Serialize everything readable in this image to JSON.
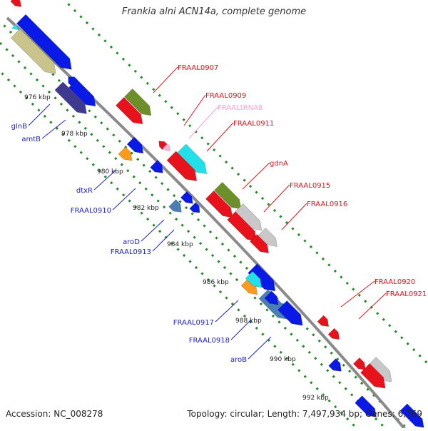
{
  "title": "Frankia alni ACN14a, complete genome",
  "footer": {
    "accession": "Accession: NC_008278",
    "summary": "Topology: circular; Length: 7,497,934 bp; Genes: 6,769"
  },
  "colors": {
    "backbone": "#8a8a8a",
    "dots": "#1f8c1f",
    "red": "#e8121c",
    "blue": "#0a1ae6",
    "olive": "#c9c38c",
    "darkblue": "#3d3a8f",
    "steel": "#4a7fb5",
    "orange": "#ff9a1a",
    "cyan": "#22e0e8",
    "green": "#6d8f2a",
    "gray": "#c8c8c8",
    "pink": "#ffb3d9",
    "red_label": "#e8121c",
    "blue_label": "#1f22c8",
    "pink_label": "#ff9ed4"
  },
  "ticks": [
    "976 kbp",
    "978 kbp",
    "980 kbp",
    "982 kbp",
    "984 kbp",
    "986 kbp",
    "988 kbp",
    "990 kbp",
    "992 kbp"
  ],
  "genes": [
    {
      "name": "FRAAL0907",
      "color": "red_label"
    },
    {
      "name": "FRAAL0909",
      "color": "red_label"
    },
    {
      "name": "FRAALtRNA8",
      "color": "pink_label"
    },
    {
      "name": "FRAAL0911",
      "color": "red_label"
    },
    {
      "name": "gdnA",
      "color": "red_label"
    },
    {
      "name": "FRAAL0915",
      "color": "red_label"
    },
    {
      "name": "FRAAL0916",
      "color": "red_label"
    },
    {
      "name": "FRAAL0920",
      "color": "red_label"
    },
    {
      "name": "FRAAL0921",
      "color": "red_label"
    },
    {
      "name": "glnB",
      "color": "blue_label"
    },
    {
      "name": "amtB",
      "color": "blue_label"
    },
    {
      "name": "dtxR",
      "color": "blue_label"
    },
    {
      "name": "FRAAL0910",
      "color": "blue_label"
    },
    {
      "name": "aroD",
      "color": "blue_label"
    },
    {
      "name": "FRAAL0913",
      "color": "blue_label"
    },
    {
      "name": "FRAAL0917",
      "color": "blue_label"
    },
    {
      "name": "FRAAL0918",
      "color": "blue_label"
    },
    {
      "name": "aroB",
      "color": "blue_label"
    }
  ]
}
